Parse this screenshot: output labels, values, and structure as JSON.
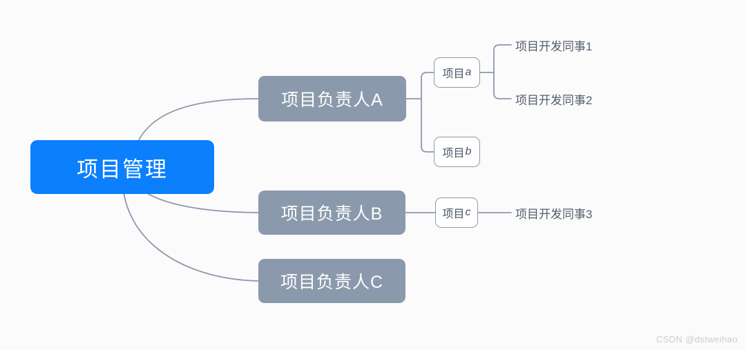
{
  "diagram": {
    "type": "mind-map",
    "background_color": "#fbfbfb",
    "title_node": {
      "label": "项目管理",
      "fill": "#0b7ffc",
      "text_color": "#ffffff"
    },
    "edge_color": "#8b99ac",
    "levels": [
      {
        "level": 1,
        "nodes": [
          {
            "id": "root",
            "label": "项目管理"
          }
        ]
      },
      {
        "level": 2,
        "fill": "#8b99ac",
        "text_color": "#ffffff",
        "nodes": [
          {
            "id": "ownerA",
            "label": "项目负责人A",
            "parent": "root"
          },
          {
            "id": "ownerB",
            "label": "项目负责人B",
            "parent": "root"
          },
          {
            "id": "ownerC",
            "label": "项目负责人C",
            "parent": "root"
          }
        ]
      },
      {
        "level": 3,
        "fill": "#ffffff",
        "border_color": "#8b99ac",
        "text_color": "#4a5568",
        "nodes": [
          {
            "id": "projA",
            "label_prefix": "项目",
            "label_suffix": "a",
            "parent": "ownerA"
          },
          {
            "id": "projB",
            "label_prefix": "项目",
            "label_suffix": "b",
            "parent": "ownerA"
          },
          {
            "id": "projC",
            "label_prefix": "项目",
            "label_suffix": "c",
            "parent": "ownerB"
          }
        ]
      },
      {
        "level": 4,
        "text_color": "#555f6e",
        "nodes": [
          {
            "id": "dev1",
            "label": "项目开发同事1",
            "parent": "projA"
          },
          {
            "id": "dev2",
            "label": "项目开发同事2",
            "parent": "projA"
          },
          {
            "id": "dev3",
            "label": "项目开发同事3",
            "parent": "projC"
          }
        ]
      }
    ]
  },
  "watermark": {
    "text": "CSDN @dstweihao"
  }
}
